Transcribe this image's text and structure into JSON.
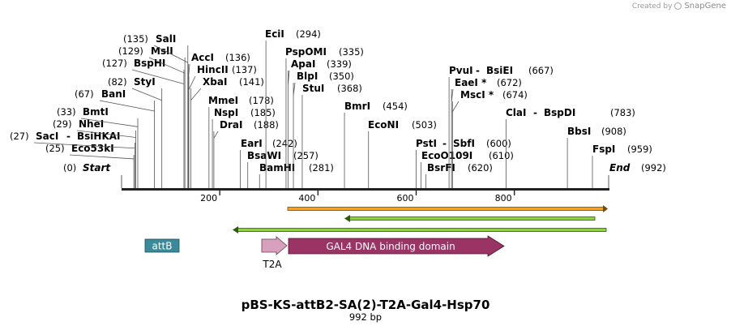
{
  "credit": {
    "prefix": "Created by",
    "brand": "SnapGene"
  },
  "title": "pBS-KS-attB2-SA(2)-T2A-Gal4-Hsp70",
  "subtitle": "992 bp",
  "map": {
    "length": 992,
    "start_label": "Start",
    "end_label": "End",
    "start_pos": "(0)",
    "end_pos": "(992)",
    "ticks": [
      200,
      400,
      600,
      800
    ]
  },
  "sites": [
    {
      "name": "Eco53kI",
      "pos": "(25)",
      "bp": 25
    },
    {
      "name": "SacI",
      "pos": "(27)",
      "bp": 27,
      "pair": "BsiHKAI"
    },
    {
      "name": "NheI",
      "pos": "(29)",
      "bp": 29
    },
    {
      "name": "BmtI",
      "pos": "(33)",
      "bp": 33
    },
    {
      "name": "BanI",
      "pos": "(67)",
      "bp": 67
    },
    {
      "name": "StyI",
      "pos": "(82)",
      "bp": 82
    },
    {
      "name": "BspHI",
      "pos": "(127)",
      "bp": 127
    },
    {
      "name": "MslI",
      "pos": "(129)",
      "bp": 129
    },
    {
      "name": "SalI",
      "pos": "(135)",
      "bp": 135
    },
    {
      "name": "AccI",
      "pos": "(136)",
      "bp": 136
    },
    {
      "name": "HincII",
      "pos": "(137)",
      "bp": 137
    },
    {
      "name": "XbaI",
      "pos": "(141)",
      "bp": 141
    },
    {
      "name": "MmeI",
      "pos": "(178)",
      "bp": 178
    },
    {
      "name": "NspI",
      "pos": "(185)",
      "bp": 185
    },
    {
      "name": "DraI",
      "pos": "(188)",
      "bp": 188
    },
    {
      "name": "EarI",
      "pos": "(242)",
      "bp": 242
    },
    {
      "name": "BsaWI",
      "pos": "(257)",
      "bp": 257
    },
    {
      "name": "BamHI",
      "pos": "(281)",
      "bp": 281
    },
    {
      "name": "EciI",
      "pos": "(294)",
      "bp": 294
    },
    {
      "name": "PspOMI",
      "pos": "(335)",
      "bp": 335
    },
    {
      "name": "ApaI",
      "pos": "(339)",
      "bp": 339
    },
    {
      "name": "BlpI",
      "pos": "(350)",
      "bp": 350
    },
    {
      "name": "StuI",
      "pos": "(368)",
      "bp": 368
    },
    {
      "name": "BmrI",
      "pos": "(454)",
      "bp": 454
    },
    {
      "name": "EcoNI",
      "pos": "(503)",
      "bp": 503
    },
    {
      "name": "PstI",
      "pos": "(600)",
      "bp": 600,
      "pair": "SbfI"
    },
    {
      "name": "EcoO109I",
      "pos": "(610)",
      "bp": 610
    },
    {
      "name": "BsrFI",
      "pos": "(620)",
      "bp": 620
    },
    {
      "name": "PvuI",
      "pos": "(667)",
      "bp": 667,
      "pair": "BsiEI"
    },
    {
      "name": "EaeI *",
      "pos": "(672)",
      "bp": 672
    },
    {
      "name": "MscI *",
      "pos": "(674)",
      "bp": 674
    },
    {
      "name": "ClaI",
      "pos": "(783)",
      "bp": 783,
      "pair": "BspDI"
    },
    {
      "name": "BbsI",
      "pos": "(908)",
      "bp": 908
    },
    {
      "name": "FspI",
      "pos": "(959)",
      "bp": 959
    }
  ],
  "features": {
    "attB": "attB",
    "T2A": "T2A",
    "GAL4": "GAL4 DNA binding domain"
  },
  "colors": {
    "attB": "#3a8a99",
    "T2A": "#d7a0bc",
    "GAL4": "#9a3464",
    "orange_bar": "#f0a430",
    "green_bar": "#8fd24a"
  }
}
